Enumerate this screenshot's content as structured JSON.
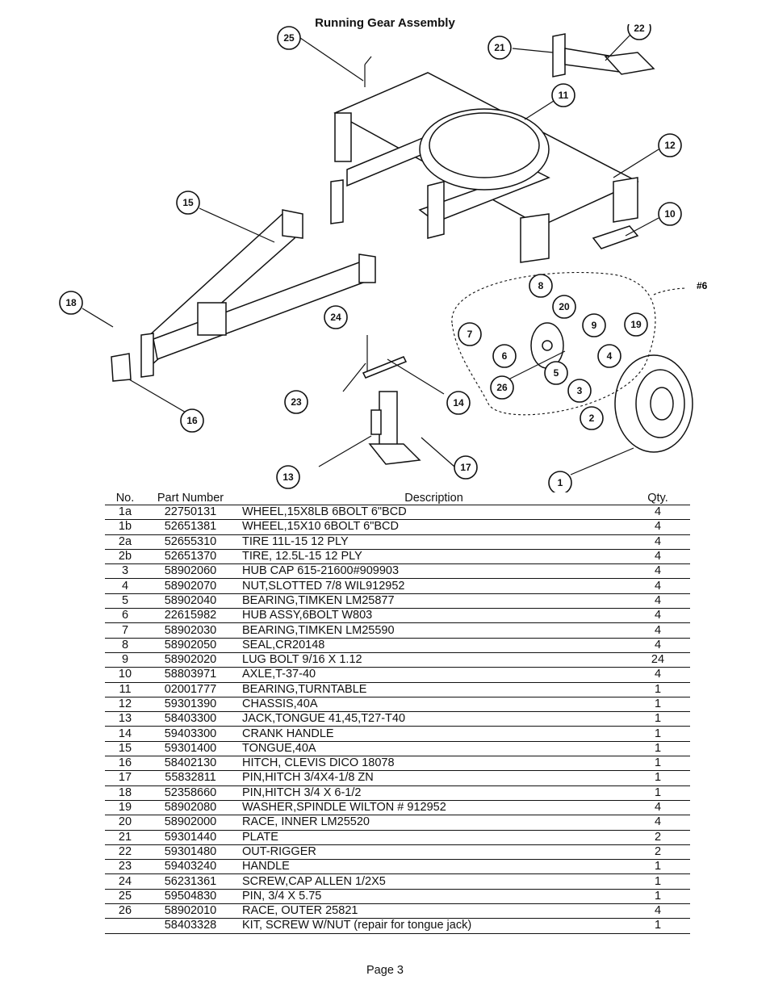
{
  "title": "Running Gear Assembly",
  "diagram": {
    "callouts": [
      "25",
      "22",
      "21",
      "11",
      "12",
      "10",
      "15",
      "18",
      "8",
      "20",
      "9",
      "19",
      "7",
      "6",
      "4",
      "24",
      "5",
      "26",
      "3",
      "2",
      "16",
      "23",
      "14",
      "13",
      "17",
      "1"
    ],
    "group_label": "#6"
  },
  "table": {
    "headers": {
      "no": "No.",
      "part": "Part Number",
      "desc": "Description",
      "qty": "Qty."
    },
    "rows": [
      {
        "no": "1a",
        "part": "22750131",
        "desc": "WHEEL,15X8LB 6BOLT 6\"BCD",
        "qty": "4"
      },
      {
        "no": "1b",
        "part": "52651381",
        "desc": "WHEEL,15X10 6BOLT 6\"BCD",
        "qty": "4"
      },
      {
        "no": "2a",
        "part": "52655310",
        "desc": "TIRE 11L-15  12 PLY",
        "qty": "4"
      },
      {
        "no": "2b",
        "part": "52651370",
        "desc": "TIRE, 12.5L-15 12 PLY",
        "qty": "4"
      },
      {
        "no": "3",
        "part": "58902060",
        "desc": "HUB CAP 615-21600#909903",
        "qty": "4"
      },
      {
        "no": "4",
        "part": "58902070",
        "desc": "NUT,SLOTTED 7/8 WIL912952",
        "qty": "4"
      },
      {
        "no": "5",
        "part": "58902040",
        "desc": "BEARING,TIMKEN LM25877",
        "qty": "4"
      },
      {
        "no": "6",
        "part": "22615982",
        "desc": "HUB ASSY,6BOLT W803",
        "qty": "4"
      },
      {
        "no": "7",
        "part": "58902030",
        "desc": "BEARING,TIMKEN LM25590",
        "qty": "4"
      },
      {
        "no": "8",
        "part": "58902050",
        "desc": "SEAL,CR20148",
        "qty": "4"
      },
      {
        "no": "9",
        "part": "58902020",
        "desc": "LUG BOLT 9/16 X 1.12",
        "qty": "24"
      },
      {
        "no": "10",
        "part": "58803971",
        "desc": "AXLE,T-37-40",
        "qty": "4"
      },
      {
        "no": "11",
        "part": "02001777",
        "desc": "BEARING,TURNTABLE",
        "qty": "1"
      },
      {
        "no": "12",
        "part": "59301390",
        "desc": "CHASSIS,40A",
        "qty": "1"
      },
      {
        "no": "13",
        "part": "58403300",
        "desc": "JACK,TONGUE 41,45,T27-T40",
        "qty": "1"
      },
      {
        "no": "14",
        "part": "59403300",
        "desc": "CRANK HANDLE",
        "qty": "1"
      },
      {
        "no": "15",
        "part": "59301400",
        "desc": "TONGUE,40A",
        "qty": "1"
      },
      {
        "no": "16",
        "part": "58402130",
        "desc": "HITCH, CLEVIS DICO 18078",
        "qty": "1"
      },
      {
        "no": "17",
        "part": "55832811",
        "desc": "PIN,HITCH 3/4X4-1/8 ZN",
        "qty": "1"
      },
      {
        "no": "18",
        "part": "52358660",
        "desc": "PIN,HITCH 3/4 X 6-1/2",
        "qty": "1"
      },
      {
        "no": "19",
        "part": "58902080",
        "desc": "WASHER,SPINDLE WILTON # 912952",
        "qty": "4"
      },
      {
        "no": "20",
        "part": "58902000",
        "desc": "RACE, INNER LM25520",
        "qty": "4"
      },
      {
        "no": "21",
        "part": "59301440",
        "desc": "PLATE",
        "qty": "2"
      },
      {
        "no": "22",
        "part": "59301480",
        "desc": "OUT-RIGGER",
        "qty": "2"
      },
      {
        "no": "23",
        "part": "59403240",
        "desc": "HANDLE",
        "qty": "1"
      },
      {
        "no": "24",
        "part": "56231361",
        "desc": "SCREW,CAP ALLEN 1/2X5",
        "qty": "1"
      },
      {
        "no": "25",
        "part": "59504830",
        "desc": "PIN, 3/4 X 5.75",
        "qty": "1"
      },
      {
        "no": "26",
        "part": "58902010",
        "desc": "RACE, OUTER 25821",
        "qty": "4"
      },
      {
        "no": "",
        "part": "58403328",
        "desc": "KIT, SCREW W/NUT (repair for tongue jack)",
        "qty": "1"
      }
    ]
  },
  "footer": "Page 3"
}
